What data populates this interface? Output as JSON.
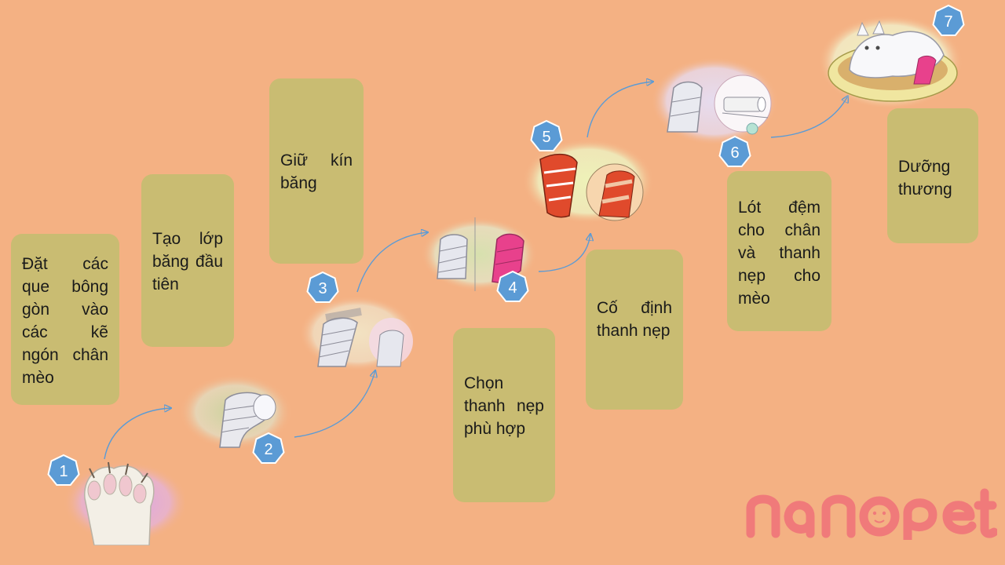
{
  "steps": [
    {
      "number": "1",
      "text": "Đặt các que bông gòn vào các kẽ ngón chân mèo"
    },
    {
      "number": "2",
      "text": "Tạo lớp băng đầu tiên"
    },
    {
      "number": "3",
      "text": "Giữ kín băng"
    },
    {
      "number": "4",
      "text": "Chọn thanh nẹp phù hợp"
    },
    {
      "number": "5",
      "text": "Cố định thanh nẹp"
    },
    {
      "number": "6",
      "text": "Lót đệm cho chân và thanh nẹp cho mèo"
    },
    {
      "number": "7",
      "text": "Dưỡng thương"
    }
  ],
  "logo": {
    "text": "nanopet"
  },
  "colors": {
    "background": "#f4b183",
    "box": "#c9bc72",
    "badge": "#5b9bd5",
    "arrow": "#5b9bd5",
    "logo": "#f07a7a",
    "cast_red": "#e04a2c",
    "cast_pink": "#e8418c"
  },
  "illustrations": [
    "cat-paw-illustration",
    "first-bandage-illustration",
    "wrap-bandage-illustration",
    "bandage-and-pink-cast-illustration",
    "red-splint-illustration",
    "padding-roll-illustration",
    "recovering-cat-illustration"
  ]
}
